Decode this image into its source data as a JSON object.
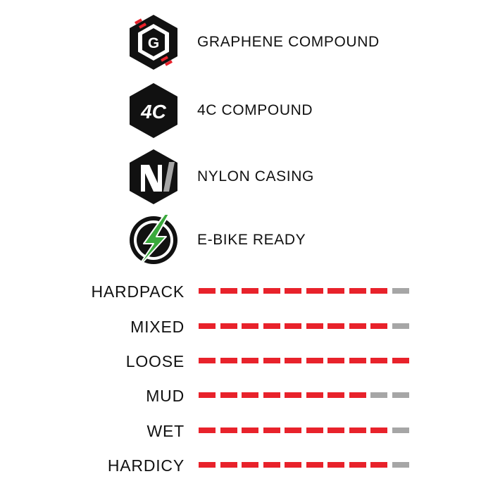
{
  "colors": {
    "active": "#e8222b",
    "inactive": "#a6a6a6",
    "icon_dark": "#111111",
    "energy_green": "#3aa93c"
  },
  "features": [
    {
      "label": "GRAPHENE COMPOUND",
      "icon": "graphene-icon"
    },
    {
      "label": "4C COMPOUND",
      "icon": "4c-compound-icon"
    },
    {
      "label": "NYLON CASING",
      "icon": "nylon-casing-icon"
    },
    {
      "label": "E-BIKE READY",
      "icon": "ebike-lightning-icon"
    }
  ],
  "ratings": {
    "max": 10,
    "rows": [
      {
        "label": "HARDPACK",
        "value": 9
      },
      {
        "label": "MIXED",
        "value": 9
      },
      {
        "label": "LOOSE",
        "value": 10
      },
      {
        "label": "MUD",
        "value": 8
      },
      {
        "label": "WET",
        "value": 9
      },
      {
        "label": "HARDICY",
        "value": 9
      }
    ]
  }
}
